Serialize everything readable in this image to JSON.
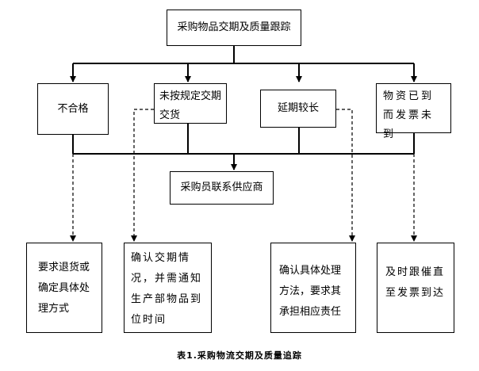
{
  "diagram": {
    "title": "采购物品交期及质量跟踪",
    "issues": [
      {
        "id": "issue-unqualified",
        "label": "不合格"
      },
      {
        "id": "issue-late-delivery",
        "label": "未按规定交期交货"
      },
      {
        "id": "issue-long-delay",
        "label": "延期较长"
      },
      {
        "id": "issue-missing-invoice",
        "label": "物资已到而发票未到"
      }
    ],
    "contact": "采购员联系供应商",
    "actions": [
      {
        "id": "action-return",
        "label": "要求退货或确定具体处理方式"
      },
      {
        "id": "action-confirm-date",
        "label": "确认交期情况，并需通知生产部物品到位时间"
      },
      {
        "id": "action-confirm-method",
        "label": "确认具体处理方法，要求其承担相应责任"
      },
      {
        "id": "action-follow-invoice",
        "label": "及时跟催直至发票到达"
      }
    ],
    "caption": "表1.采购物流交期及质量追踪"
  }
}
